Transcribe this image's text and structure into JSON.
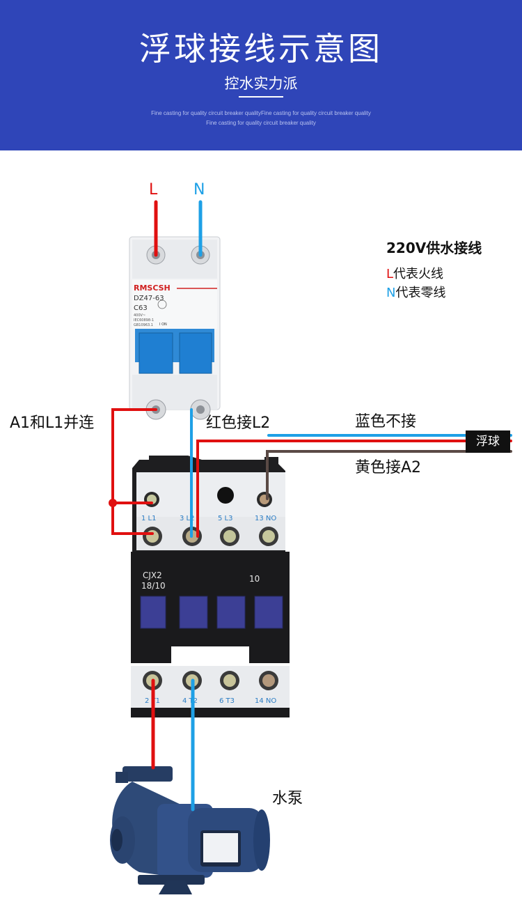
{
  "header": {
    "title": "浮球接线示意图",
    "subtitle": "控水实力派",
    "tagline_1": "Fine casting for quality circuit breaker qualityFine casting for quality circuit breaker quality",
    "tagline_2": "Fine casting for quality circuit breaker quality",
    "background_color": "#2f45b8"
  },
  "terminals": {
    "L": "L",
    "N": "N"
  },
  "legend": {
    "title": "220V供水接线",
    "l_letter": "L",
    "l_text": "代表火线",
    "n_letter": "N",
    "n_text": "代表零线"
  },
  "annotations": {
    "a1_l1": "A1和L1并连",
    "red_l2": "红色接L2",
    "blue_no_connect": "蓝色不接",
    "yellow_a2": "黄色接A2",
    "float_switch": "浮球",
    "pump": "水泵"
  },
  "breaker": {
    "brand": "RMSCSH",
    "model": "DZ47-63",
    "rating": "C63",
    "voltage": "400V~",
    "standard_1": "IEC60898-1",
    "standard_2": "GB10963.1",
    "on_mark": "I ON"
  },
  "contactor": {
    "model": "CJX2",
    "rating": "18/10",
    "aux": "10",
    "top_terminals": [
      "1 L1",
      "3 L2",
      "5 L3",
      "13 NO"
    ],
    "bottom_terminals": [
      "2 T1",
      "4 T2",
      "6 T3",
      "14 NO"
    ]
  },
  "wire_colors": {
    "live": "#e01010",
    "neutral": "#1ea0e6",
    "float_yellow": "#5a4a45"
  }
}
